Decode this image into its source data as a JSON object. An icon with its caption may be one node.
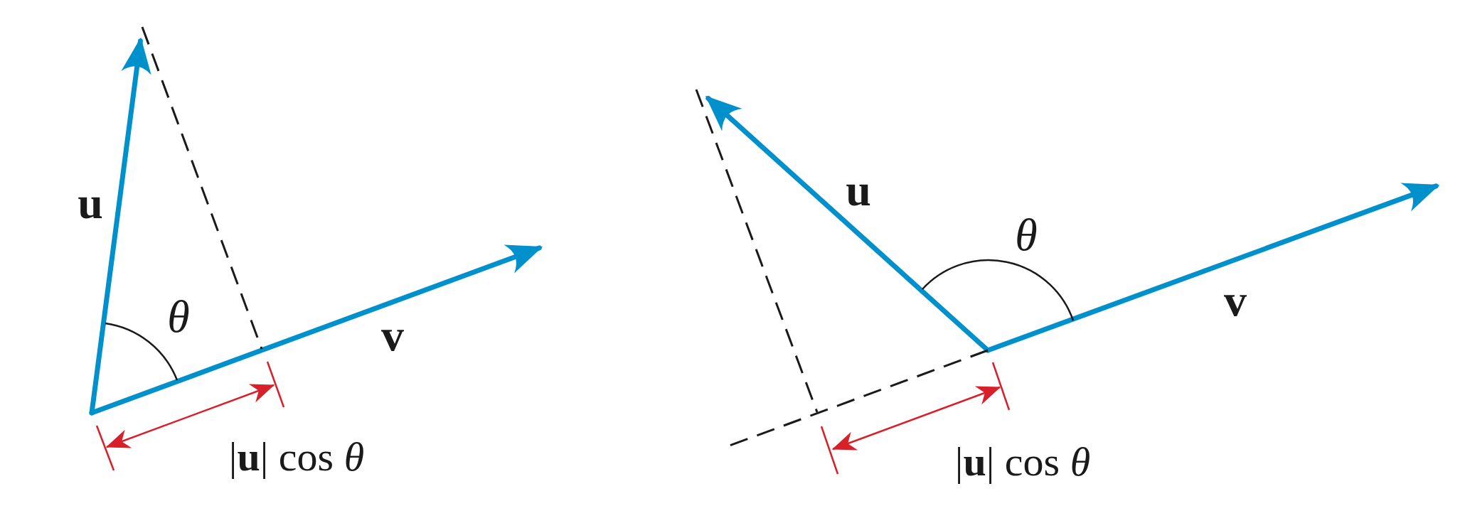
{
  "diagram": {
    "labels": [
      "u",
      "θ",
      "v",
      "|**u**| cos *θ*",
      "u",
      "θ",
      "v",
      "|**u**| cos *θ*"
    ]
  }
}
